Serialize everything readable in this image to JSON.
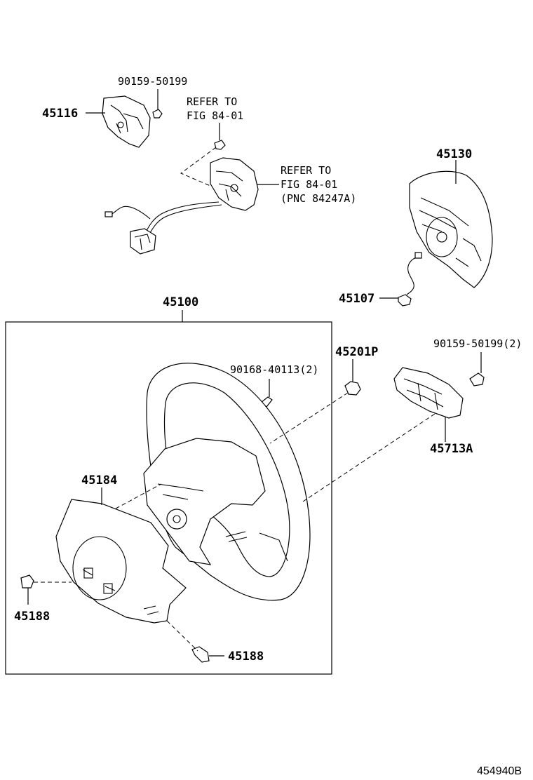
{
  "labels": {
    "p45116": "45116",
    "p90159a": "90159-50199",
    "refer1_l1": "REFER TO",
    "refer1_l2": "FIG 84-01",
    "refer2_l1": "REFER TO",
    "refer2_l2": "FIG 84-01",
    "refer2_l3": "(PNC 84247A)",
    "p45130": "45130",
    "p45107": "45107",
    "p45100": "45100",
    "p45201p": "45201P",
    "p90159b": "90159-50199(2)",
    "p90168": "90168-40113(2)",
    "p45713a": "45713A",
    "p45184": "45184",
    "p45188a": "45188",
    "p45188b": "45188"
  },
  "figure_id": "454940B"
}
